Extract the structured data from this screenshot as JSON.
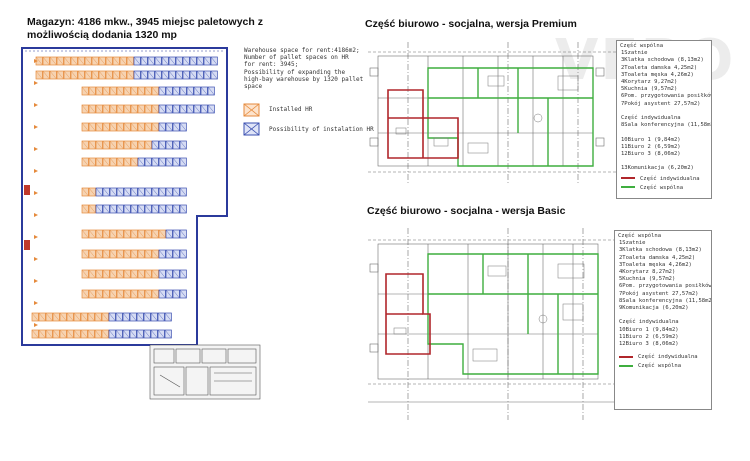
{
  "warehouse": {
    "title_line1": "Magazyn: 4186 mkw., 3945 miejsc paletowych z",
    "title_line2": "możliwością dodania 1320 mp",
    "info_lines": [
      "Warehouse space for rent:4186m2;",
      "Number of pallet spaces on HR",
      "for rent: 3945;",
      "Possibility of expanding the",
      "high-bay warehouse by 1320 pallet",
      "space"
    ],
    "legend": {
      "installed": "Installed HR",
      "possible": "Possibility of instalation HR"
    }
  },
  "premium": {
    "title": "Część biurowo - socjalna, wersja Premium",
    "heading": "Część wspólna",
    "rooms": [
      "1Szatnie",
      "3Klatka schodowa (8,13m2)",
      "2Toaleta damska 4,25m2)",
      "3Toaleta męska 4,26m2)",
      "4Korytarz 9,27m2)",
      "5Kuchnia (9,57m2)",
      "6Pom. przygotowania posiłków (4,47m2)",
      "7Pokój asystent 27,57m2)",
      "",
      "Część indywidualna",
      "8Sala konferencyjna (11,58m2)",
      "",
      "10Biuro 1 (9,84m2)",
      "11Biuro 2 (6,59m2)",
      "12Biuro 3 (8,06m2)",
      "",
      "13Komunikacja (6,20m2)"
    ],
    "legend_individual": "Część indywidualna",
    "legend_common": "Część wspólna"
  },
  "basic": {
    "title": "Część biurowo - socjalna - wersja Basic",
    "heading": "Część wspólna",
    "rooms": [
      "1Szatnie",
      "3Klatka schodowa (8,13m2)",
      "2Toaleta damska 4,25m2)",
      "3Toaleta męska 4,26m2)",
      "4Korytarz 8,27m2)",
      "5Kuchnia (9,57m2)",
      "6Pom. przygotowania posiłków (4,47m2)",
      "7Pokój asystent 27,57m2)",
      "8Sala konferencyjna (11,58m2)",
      "9Komunikacja (6,20m2)",
      "",
      "Część indywidualna",
      "10Biuro 1 (9,84m2)",
      "11Biuro 2 (6,59m2)",
      "12Biuro 3 (8,06m2)"
    ],
    "legend_individual": "Część indywidualna",
    "legend_common": "Część wspólna"
  },
  "watermark": "VERO",
  "colors": {
    "warehouse_outline": "#2b3a9c",
    "rack_orange": "#e58a3c",
    "rack_blue": "#3a4fb0",
    "individual_red": "#b0262b",
    "common_green": "#3fae3f",
    "plan_line": "#6e6e6e"
  }
}
